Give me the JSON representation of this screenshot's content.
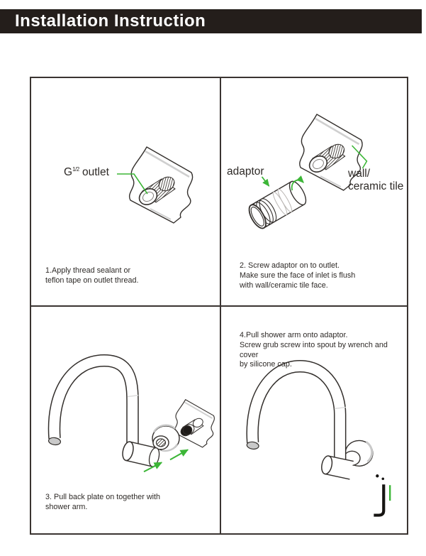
{
  "page": {
    "title": "Installation Instruction"
  },
  "colors": {
    "header_bg": "#241e1b",
    "accent_green": "#3cb637",
    "line_art": "#332f2c",
    "shade_gray": "#c9c9c9"
  },
  "steps": [
    {
      "number": 1,
      "caption": "1.Apply thread sealant or\nteflon tape on outlet thread.",
      "labels": {
        "g": "G",
        "sup": "1/2",
        "rest": " outlet"
      }
    },
    {
      "number": 2,
      "caption": "2. Screw adaptor on to outlet.\nMake sure the face of inlet is flush\nwith wall/ceramic tile face.",
      "labels": {
        "adaptor": "adaptor",
        "wall_line1": "wall/",
        "wall_line2": "ceramic tile"
      }
    },
    {
      "number": 3,
      "caption": "3. Pull back plate on together with\nshower arm."
    },
    {
      "number": 4,
      "caption": "4.Pull shower arm onto adaptor.\nScrew grub screw into spout by wrench and cover\nby silicone cap."
    }
  ]
}
